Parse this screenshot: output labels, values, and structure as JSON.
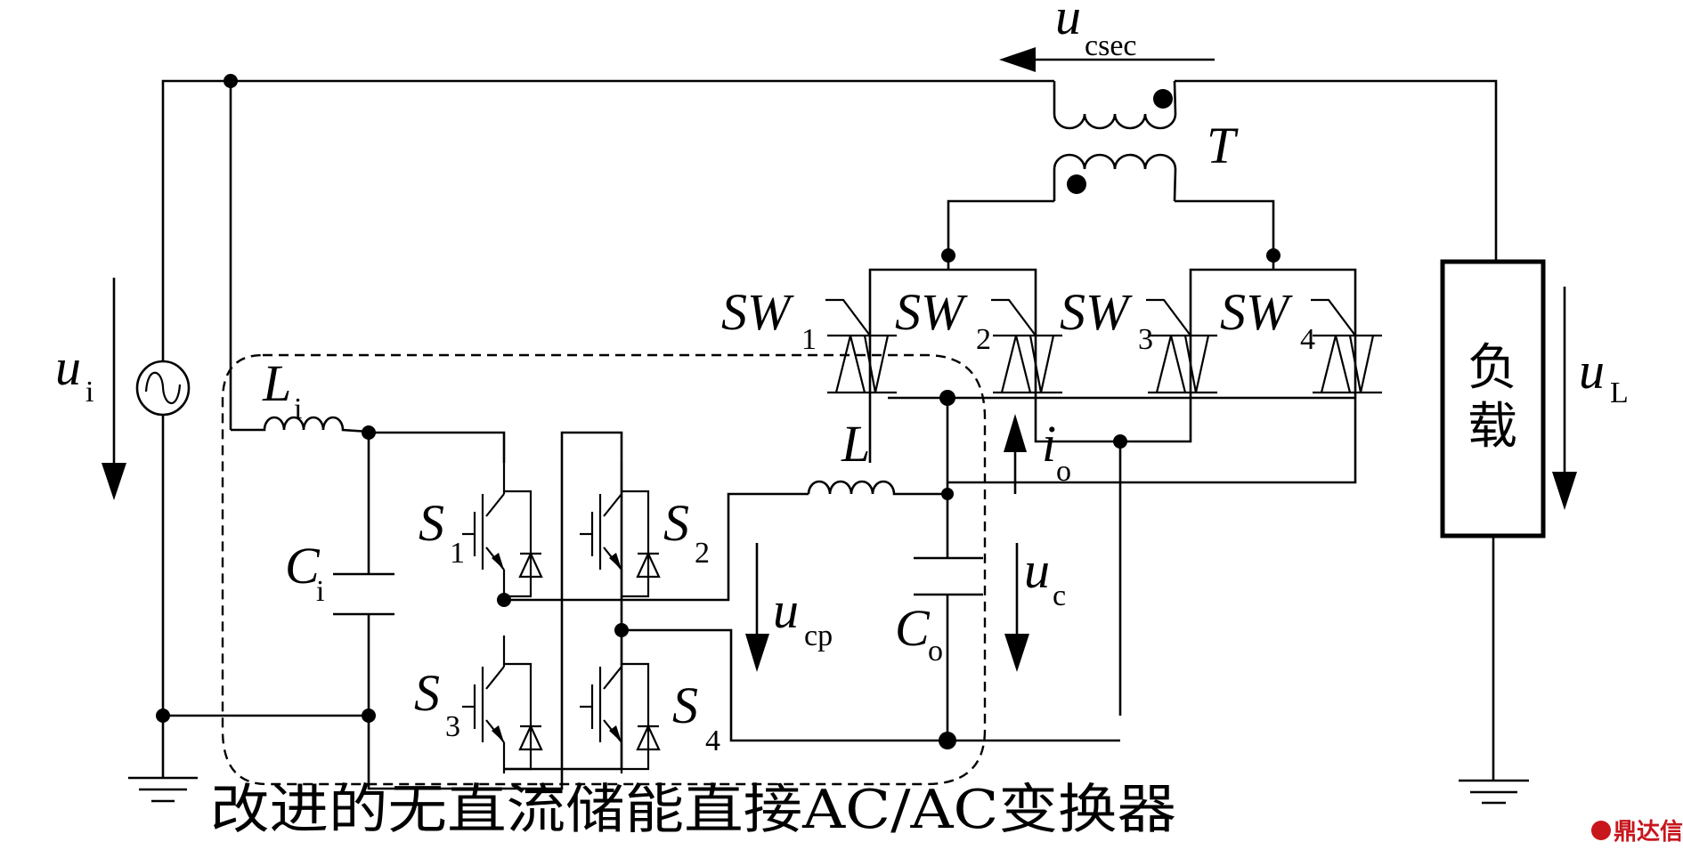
{
  "caption": "改进的无直流储能直接AC/AC变换器",
  "load_label": [
    "负",
    "载"
  ],
  "watermark": "鼎达信",
  "labels": {
    "u_i": {
      "main": "u",
      "sub": "i"
    },
    "L_i": {
      "main": "L",
      "sub": "i"
    },
    "C_i": {
      "main": "C",
      "sub": "i"
    },
    "S1": {
      "main": "S",
      "sub": "1"
    },
    "S2": {
      "main": "S",
      "sub": "2"
    },
    "S3": {
      "main": "S",
      "sub": "3"
    },
    "S4": {
      "main": "S",
      "sub": "4"
    },
    "L": {
      "main": "L"
    },
    "C_o": {
      "main": "C",
      "sub": "o"
    },
    "u_cp": {
      "main": "u",
      "sub": "cp"
    },
    "u_c": {
      "main": "u",
      "sub": "c"
    },
    "i_o": {
      "main": "i",
      "sub": "o"
    },
    "u_csec": {
      "main": "u",
      "sub": "csec"
    },
    "T": {
      "main": "T"
    },
    "SW1": {
      "main": "SW",
      "sub": "1"
    },
    "SW2": {
      "main": "SW",
      "sub": "2"
    },
    "SW3": {
      "main": "SW",
      "sub": "3"
    },
    "SW4": {
      "main": "SW",
      "sub": "4"
    },
    "u_L": {
      "main": "u",
      "sub": "L"
    }
  }
}
